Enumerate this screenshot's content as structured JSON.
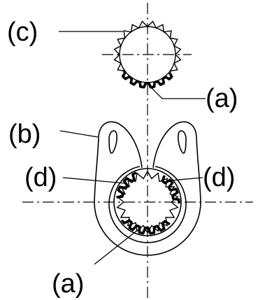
{
  "labels": {
    "c": "(c)",
    "a_top": "(a)",
    "b": "(b)",
    "d_left": "(d)",
    "d_right": "(d)",
    "a_bottom": "(a)"
  },
  "colors": {
    "ink": "#000000",
    "background": "#ffffff"
  }
}
